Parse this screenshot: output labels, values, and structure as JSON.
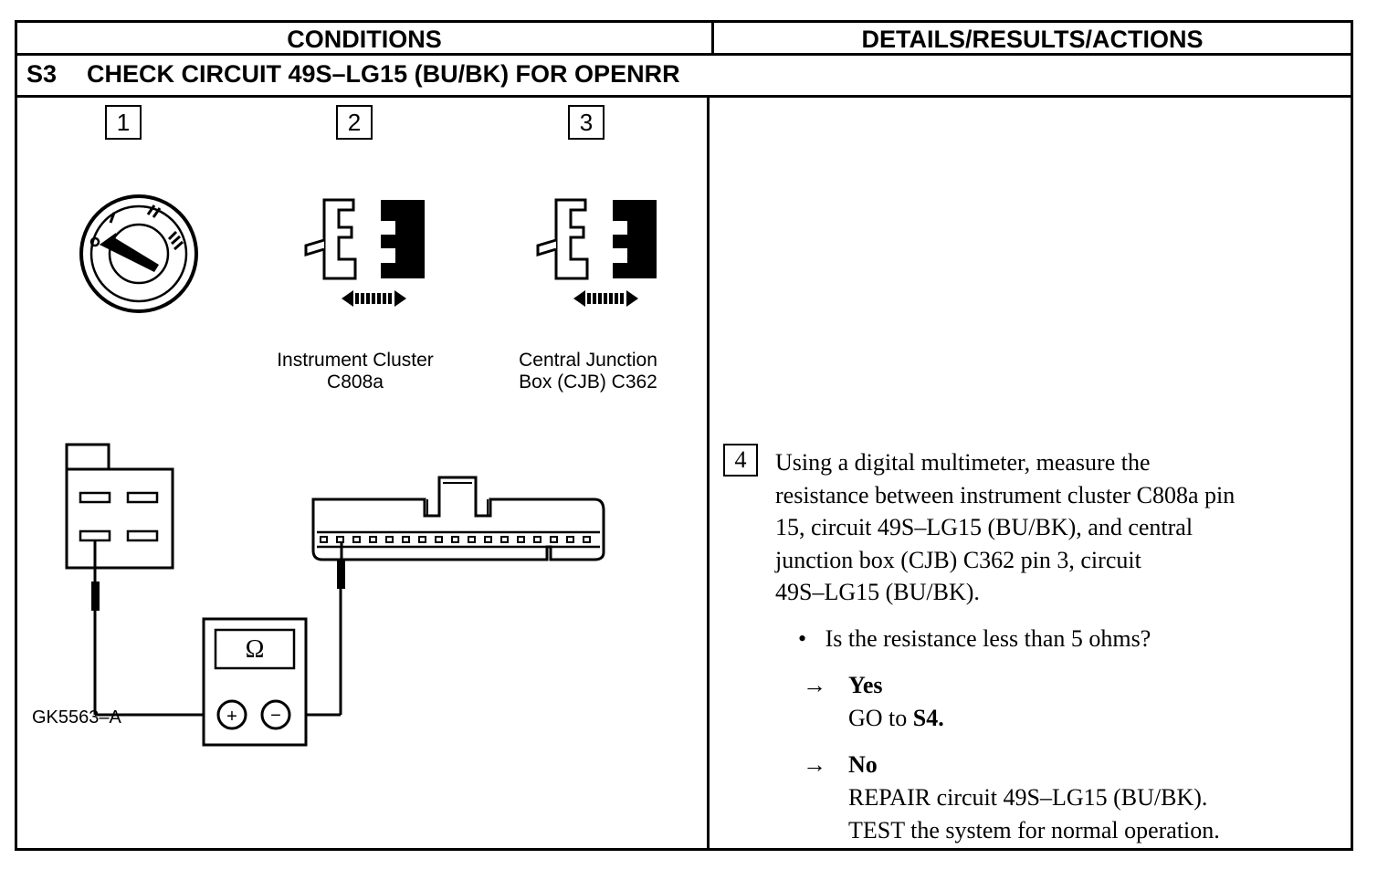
{
  "header": {
    "conditions": "CONDITIONS",
    "details": "DETAILS/RESULTS/ACTIONS"
  },
  "step": {
    "id": "S3",
    "title": "CHECK CIRCUIT 49S–LG15 (BU/BK) FOR OPENRR"
  },
  "figure": {
    "callouts": [
      "1",
      "2",
      "3"
    ],
    "connector_a_caption_line1": "Instrument Cluster",
    "connector_a_caption_line2": "C808a",
    "connector_b_caption_line1": "Central Junction",
    "connector_b_caption_line2": "Box (CJB) C362",
    "meter_symbol": "Ω",
    "meter_plus": "+",
    "meter_minus": "−",
    "figure_id": "GK5563–A",
    "icons": [
      "ignition-switch-icon",
      "connector-disconnect-icon",
      "digital-multimeter-icon"
    ]
  },
  "action": {
    "number": "4",
    "instruction_lines": [
      "Using a digital multimeter, measure the",
      "resistance between instrument cluster C808a pin",
      "15, circuit 49S–LG15 (BU/BK), and central",
      "junction box (CJB) C362 pin 3, circuit",
      "49S–LG15 (BU/BK)."
    ],
    "question": "Is the resistance less than 5 ohms?",
    "yes_label": "Yes",
    "yes_action_prefix": "GO to ",
    "yes_action_target": "S4.",
    "no_label": "No",
    "no_action_line1": "REPAIR circuit 49S–LG15 (BU/BK).",
    "no_action_line2": "TEST the system for normal operation."
  }
}
